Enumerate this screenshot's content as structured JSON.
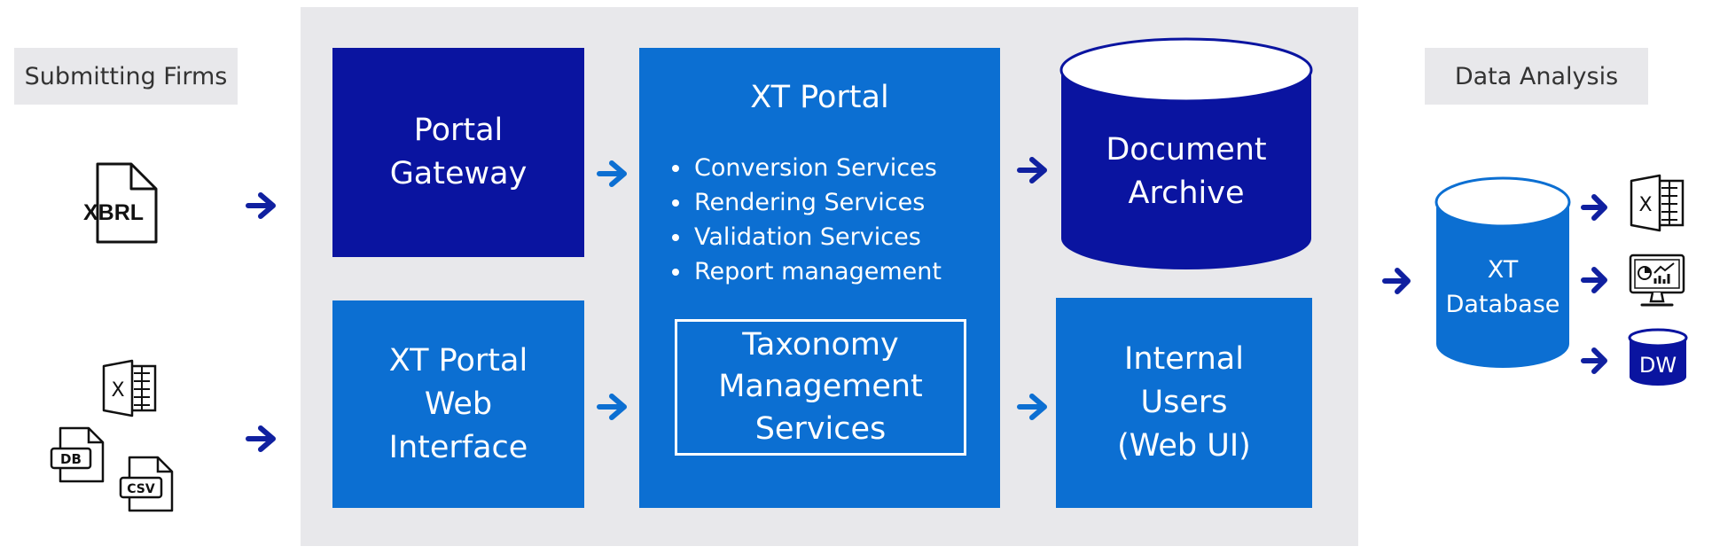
{
  "labels": {
    "left": "Submitting Firms",
    "right": "Data Analysis"
  },
  "blocks": {
    "portal_gateway": [
      "Portal",
      "Gateway"
    ],
    "web_interface": [
      "XT Portal",
      "Web",
      "Interface"
    ],
    "xt_portal_title": "XT Portal",
    "xt_portal_services": [
      "Conversion Services",
      "Rendering Services",
      "Validation Services",
      "Report management"
    ],
    "taxonomy": [
      "Taxonomy",
      "Management",
      "Services"
    ],
    "archive": [
      "Document",
      "Archive"
    ],
    "internal_users": [
      "Internal",
      "Users",
      "(Web UI)"
    ],
    "xt_database": [
      "XT",
      "Database"
    ]
  },
  "icons": {
    "xbrl": "XBRL",
    "db": "DB",
    "csv": "CSV",
    "excel": "X",
    "dw": "DW"
  },
  "colors": {
    "dark_blue": "#0a14a0",
    "mid_blue": "#0c6fd2",
    "arrow": "#1020a0",
    "panel": "#e8e8eb"
  }
}
